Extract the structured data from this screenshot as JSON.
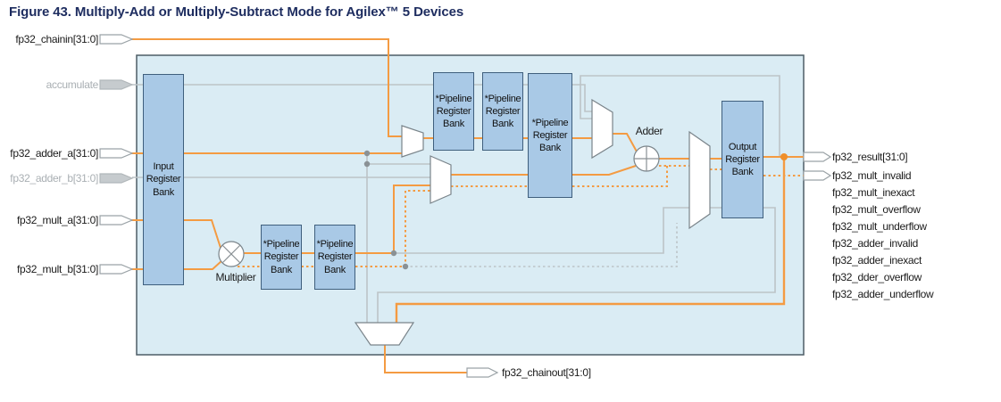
{
  "title": "Figure 43. Multiply-Add or Multiply-Subtract Mode for Agilex™ 5 Devices",
  "inputs": {
    "chainin": {
      "label": "fp32_chainin[31:0]",
      "state": "active"
    },
    "accumulate": {
      "label": "accumulate",
      "state": "inactive"
    },
    "adder_a": {
      "label": "fp32_adder_a[31:0]",
      "state": "active"
    },
    "adder_b": {
      "label": "fp32_adder_b[31:0]",
      "state": "inactive"
    },
    "mult_a": {
      "label": "fp32_mult_a[31:0]",
      "state": "active"
    },
    "mult_b": {
      "label": "fp32_mult_b[31:0]",
      "state": "active"
    }
  },
  "blocks": {
    "input_register_bank": "Input\nRegister\nBank",
    "pipeline_register_bank": "*Pipeline\nRegister\nBank",
    "output_register_bank": "Output\nRegister\nBank",
    "multiplier": "Multiplier",
    "adder": "Adder"
  },
  "outputs": [
    "fp32_result[31:0]",
    "fp32_mult_invalid",
    "fp32_mult_inexact",
    "fp32_mult_overflow",
    "fp32_mult_underflow",
    "fp32_adder_invalid",
    "fp32_adder_inexact",
    "fp32_dder_overflow",
    "fp32_adder_underflow"
  ],
  "chainout": {
    "label": "fp32_chainout[31:0]"
  },
  "colors": {
    "wire_active": "#F49B42",
    "wire_inactive": "#BCC3C7",
    "canvas_fill": "#DAECF4",
    "block_fill": "#A9C9E6",
    "block_border": "#3F5F7D",
    "title_color": "#1D2C5F",
    "muted_text": "#A9AFB3",
    "junction_gray": "#8A9195",
    "junction_orange": "#EF8F2A"
  }
}
